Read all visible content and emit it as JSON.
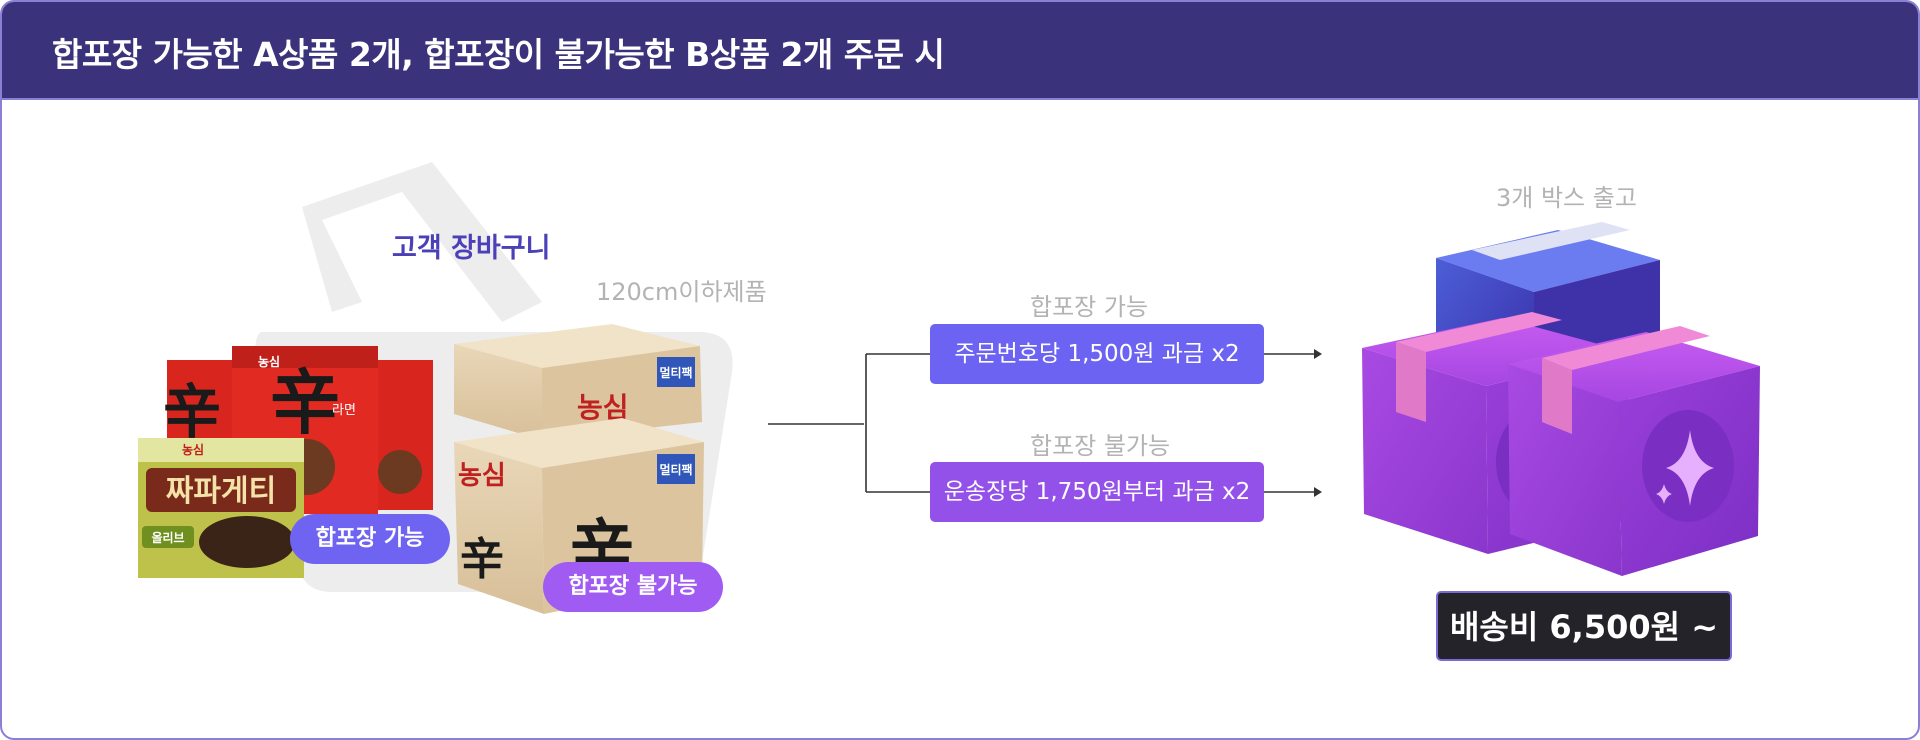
{
  "header": {
    "title": "합포장 가능한 A상품 2개, 합포장이 불가능한 B상품 2개 주문 시"
  },
  "basket": {
    "title": "고객 장바구니",
    "size_note": "120cm이하제품"
  },
  "products": {
    "ramen_brand": "농심",
    "ramen_char": "辛",
    "ramen_name": "라면",
    "jjapa_name": "짜파게티",
    "olive_tag": "올리브",
    "multipack": "멀티팩"
  },
  "tags": {
    "bundle_ok": "합포장 가능",
    "bundle_no": "합포장 불가능"
  },
  "flow": {
    "route_a_label": "합포장 가능",
    "route_a_charge": "주문번호당 1,500원 과금 x2",
    "route_b_label": "합포장 불가능",
    "route_b_charge": "운송장당 1,750원부터 과금 x2"
  },
  "result": {
    "boxes_label": "3개 박스 출고",
    "fee": "배송비 6,500원 ~"
  },
  "colors": {
    "header_bg": "#3b327c",
    "frame_border": "#8a80d6",
    "route_a": "#6d63f3",
    "route_b": "#9351ea",
    "fee_bg": "#242329"
  },
  "icons": [
    "basket-icon",
    "ramen-pack-icon",
    "cardboard-box-icon",
    "arrow-right-icon",
    "purple-box-icon",
    "sparkle-icon"
  ]
}
